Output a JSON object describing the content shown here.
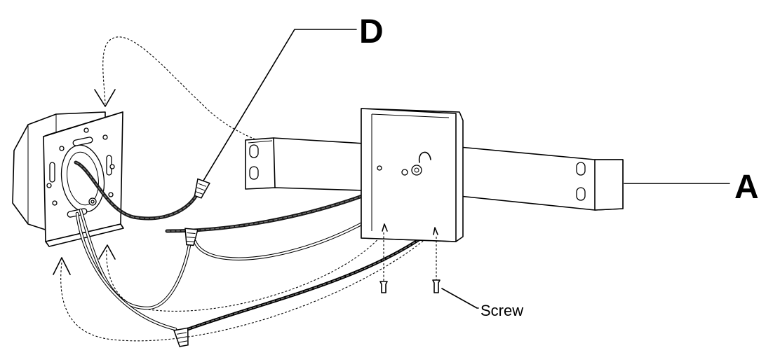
{
  "labels": {
    "callout_d": "D",
    "callout_a": "A",
    "callout_screw": "Screw"
  }
}
